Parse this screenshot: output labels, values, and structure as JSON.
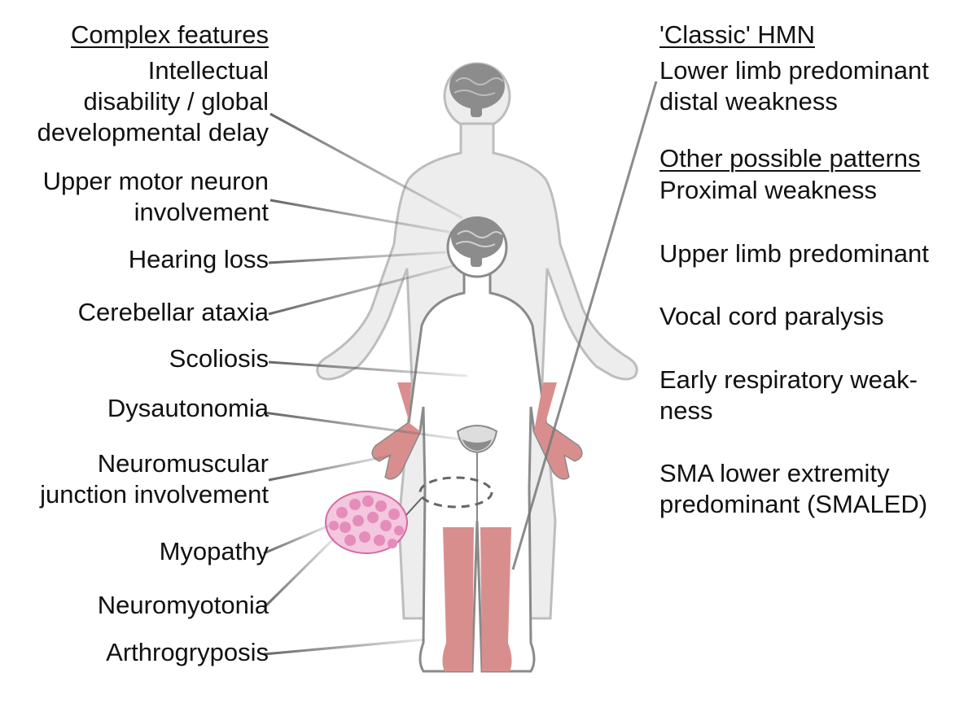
{
  "left_panel": {
    "heading": "Complex features",
    "items": [
      [
        "Intellectual",
        "disability / global",
        "developmental delay"
      ],
      [
        "Upper motor neuron",
        "involvement"
      ],
      [
        "Hearing loss"
      ],
      [
        "Cerebellar ataxia"
      ],
      [
        "Scoliosis"
      ],
      [
        "Dysautonomia"
      ],
      [
        "Neuromuscular",
        "junction involvement"
      ],
      [
        "Myopathy"
      ],
      [
        "Neuromyotonia"
      ],
      [
        "Arthrogryposis"
      ]
    ]
  },
  "right_panel": {
    "classic_heading": "'Classic' HMN",
    "classic_items": [
      [
        "Lower limb predominant",
        "distal weakness"
      ]
    ],
    "other_heading": "Other possible patterns",
    "other_items": [
      [
        "Proximal weakness"
      ],
      [
        "Upper limb predominant"
      ],
      [
        "Vocal cord paralysis"
      ],
      [
        "Early respiratory weak-",
        "ness"
      ],
      [
        "SMA lower extremity",
        "predominant (SMALED)"
      ]
    ]
  },
  "colors": {
    "adult_silhouette_fill": "#ededed",
    "adult_silhouette_stroke": "#bdbdbd",
    "child_outline": "#8a8a8a",
    "brain": "#8c8c8c",
    "affected_limb": "#d98e8e",
    "muscle_tissue": "#e79ac4",
    "leader_line": "#6e6e6e"
  }
}
